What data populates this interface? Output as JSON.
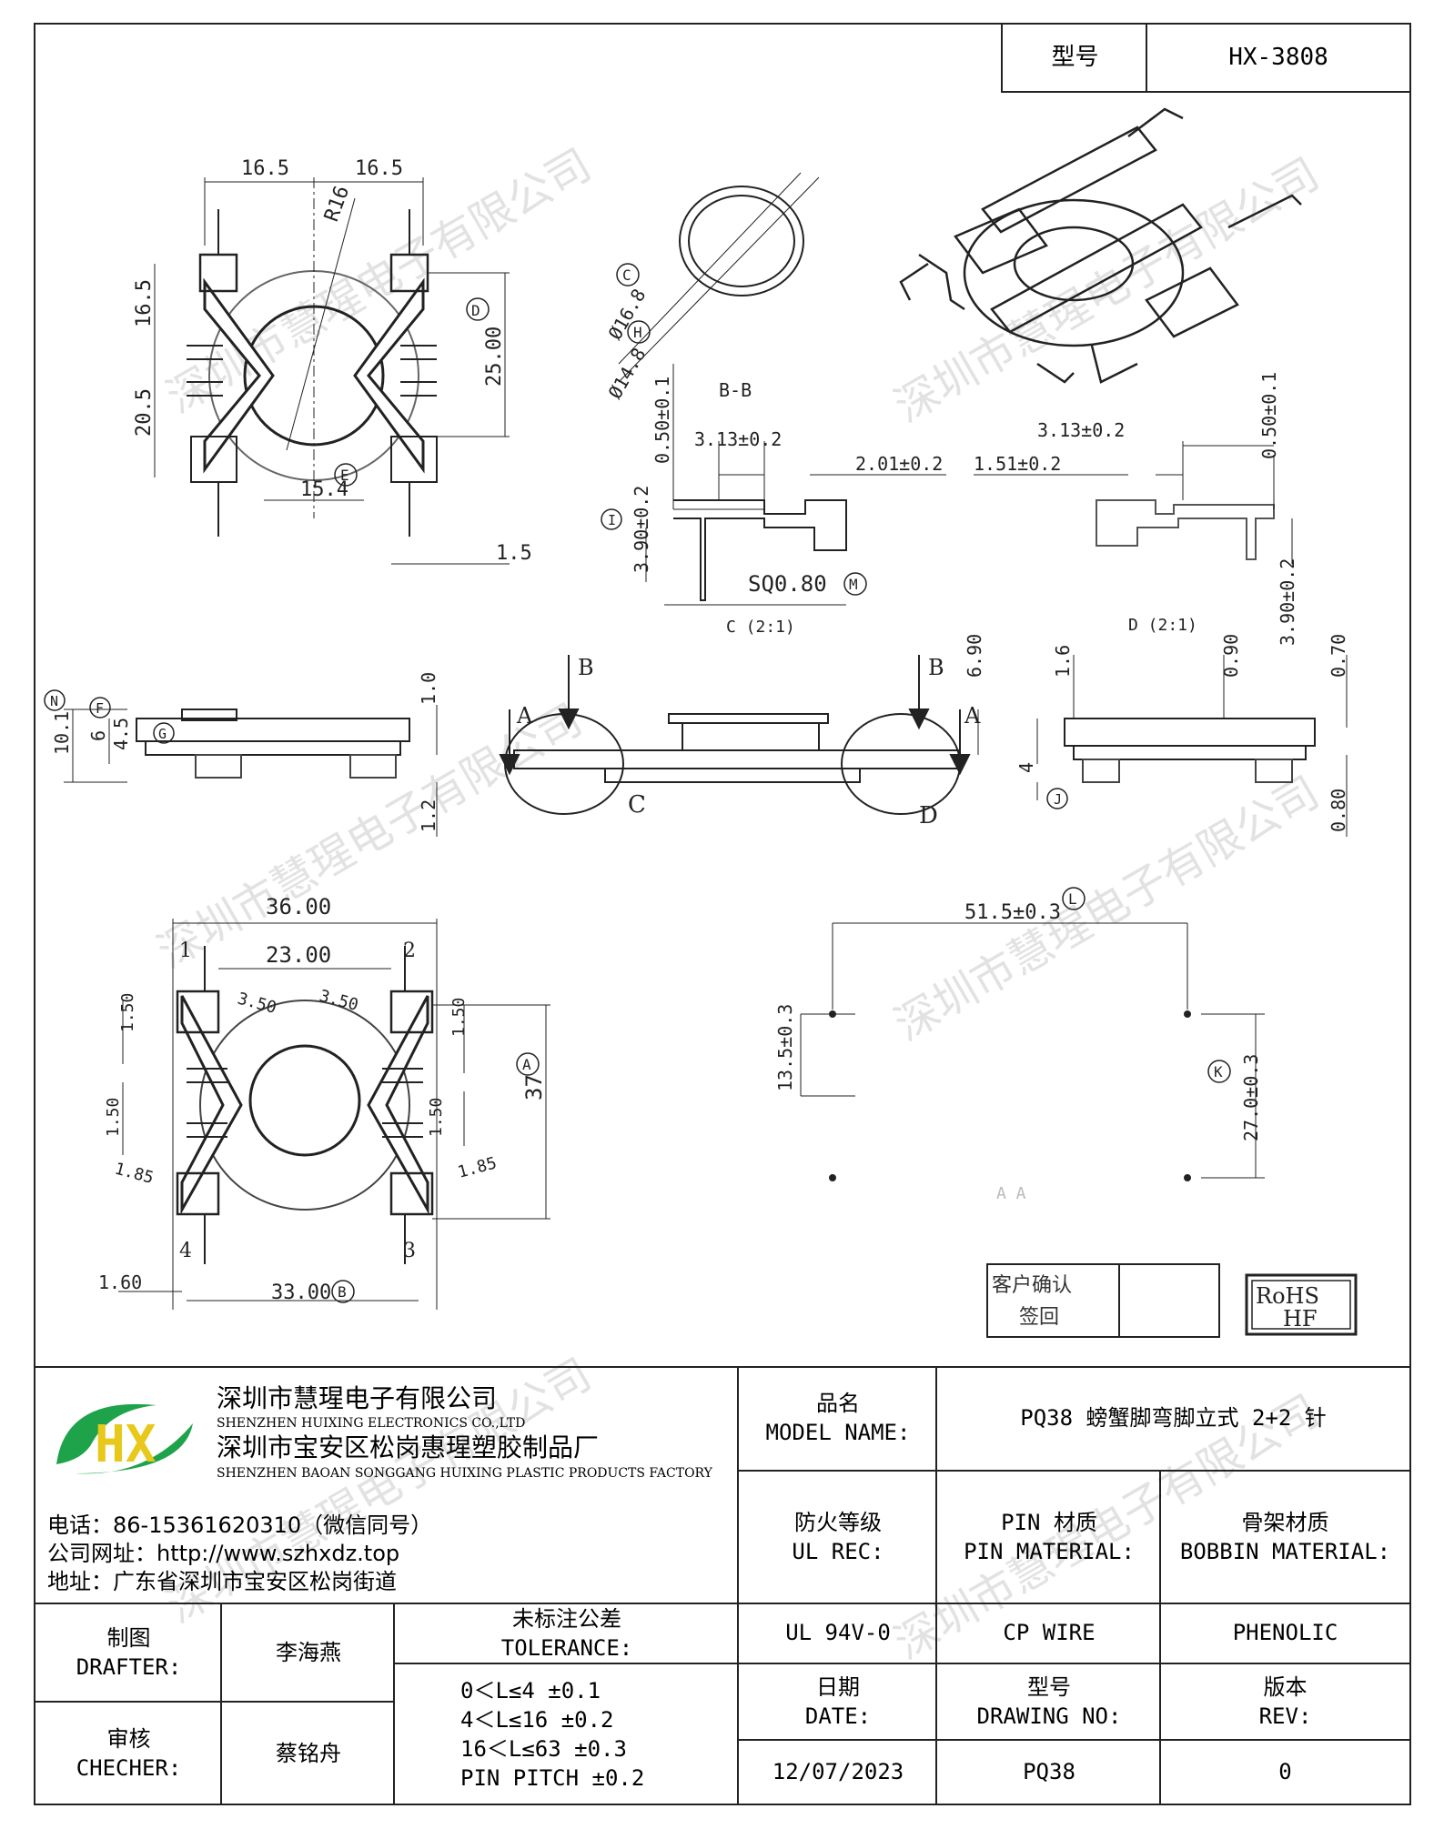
{
  "header": {
    "model_label": "型号",
    "model_value": "HX-3808"
  },
  "watermark": "深圳市慧瑆电子有限公司",
  "dims": {
    "top_left": {
      "w1": "16.5",
      "w2": "16.5",
      "r": "R16",
      "h1": "16.5",
      "h2": "20.5",
      "h3": "25.00",
      "w3": "15.4",
      "w4": "1.5",
      "mark_d": "D",
      "mark_e": "E"
    },
    "ring": {
      "d1": "Ø16.8",
      "d2": "Ø14.8",
      "mark_c": "C",
      "mark_h": "H"
    },
    "c_detail": {
      "title": "B-B",
      "v1": "0.50±0.1",
      "v2": "3.13±0.2",
      "v3": "2.01±0.2",
      "v4": "3.90±0.2",
      "sq": "SQ0.80",
      "mark_i": "I",
      "mark_m": "M",
      "caption": "C (2:1)"
    },
    "d_detail": {
      "v1": "3.13±0.2",
      "v2": "1.51±0.2",
      "v3": "0.50±0.1",
      "v4": "3.90±0.2",
      "caption": "D (2:1)"
    },
    "side_left": {
      "a": "10.1",
      "b": "6",
      "c": "4.5",
      "d": "1.0",
      "e": "1.2",
      "mark_n": "N",
      "mark_f": "F",
      "mark_g": "G"
    },
    "side_mid": {
      "b": "B",
      "a": "A",
      "c": "C",
      "d": "D",
      "h": "6.90"
    },
    "side_right": {
      "a": "1.6",
      "b": "0.90",
      "c": "0.70",
      "d": "4",
      "e": "0.80",
      "mark_j": "J"
    },
    "bottom": {
      "w1": "36.00",
      "w2": "23.00",
      "r1": "3.50",
      "r2": "3.50",
      "p1": "1",
      "p2": "2",
      "p3": "3",
      "p4": "4",
      "s1": "1.50",
      "s2": "1.50",
      "s3": "1.50",
      "s4": "1.50",
      "h": "37",
      "mark_a": "A",
      "e1": "1.85",
      "e2": "1.85",
      "w3": "1.60",
      "w4": "33.00",
      "mark_b": "B"
    },
    "pcb": {
      "w": "51.5±0.3",
      "mark_l": "L",
      "h1": "13.5±0.3",
      "h2": "27.0±0.3",
      "mark_k": "K",
      "ab": "A A"
    }
  },
  "confirm": {
    "line1": "客户确认",
    "line2": "签回"
  },
  "rohs": {
    "line1": "RoHS",
    "line2": "HF"
  },
  "company": {
    "cn1": "深圳市慧瑆电子有限公司",
    "en1": "SHENZHEN HUIXING ELECTRONICS CO.,LTD",
    "cn2": "深圳市宝安区松岗惠瑆塑胶制品厂",
    "en2": "SHENZHEN BAOAN SONGGANG HUIXING PLASTIC PRODUCTS FACTORY",
    "phone": "电话：86-15361620310（微信同号）",
    "web": "公司网址：http://www.szhxdz.top",
    "addr": "地址：广东省深圳市宝安区松岗街道"
  },
  "logo": {
    "letters": "HX",
    "green": "#1fa34a",
    "yellow": "#e8c81a"
  },
  "table": {
    "model_name_cn": "品名",
    "model_name_en": "MODEL NAME:",
    "model_name_value": "PQ38 螃蟹脚弯脚立式 2+2 针",
    "ul_cn": "防火等级",
    "ul_en": "UL REC:",
    "ul_value": "UL 94V-0",
    "pin_cn": "PIN 材质",
    "pin_en": "PIN MATERIAL:",
    "pin_value": "CP WIRE",
    "bobbin_cn": "骨架材质",
    "bobbin_en": "BOBBIN MATERIAL:",
    "bobbin_value": "PHENOLIC",
    "drafter_cn": "制图",
    "drafter_en": "DRAFTER:",
    "drafter_name": "李海燕",
    "checker_cn": "审核",
    "checker_en": "CHECHER:",
    "checker_name": "蔡铭舟",
    "tol_cn": "未标注公差",
    "tol_en": "TOLERANCE:",
    "tol1": "0＜L≤4   ±0.1",
    "tol2": "4＜L≤16  ±0.2",
    "tol3": "16＜L≤63  ±0.3",
    "tol4": "PIN PITCH  ±0.2",
    "date_cn": "日期",
    "date_en": "DATE:",
    "date_value": "12/07/2023",
    "dwg_cn": "型号",
    "dwg_en": "DRAWING NO:",
    "dwg_value": "PQ38",
    "rev_cn": "版本",
    "rev_en": "REV:",
    "rev_value": "0"
  }
}
